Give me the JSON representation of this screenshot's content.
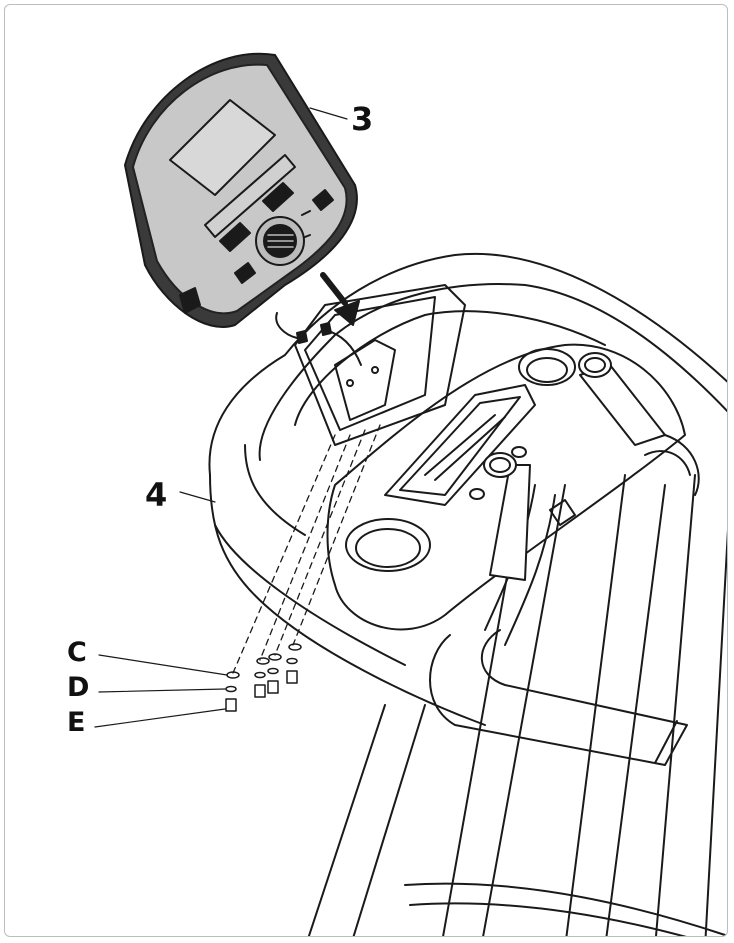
{
  "callouts": {
    "console": "3",
    "console_mast": "4",
    "hardware_c": "C",
    "hardware_d": "D",
    "hardware_e": "E"
  },
  "colors": {
    "line": "#1a1a1a",
    "console_face": "#c8c8c8",
    "console_body": "#3a3a3a",
    "frame_border": "#bdbdbd"
  }
}
